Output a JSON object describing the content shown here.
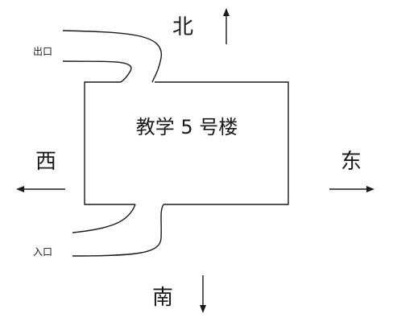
{
  "building": {
    "label": "教学 5 号楼"
  },
  "directions": {
    "north": "北",
    "south": "南",
    "east": "东",
    "west": "西"
  },
  "exit_label": "出口",
  "entrance_label": "入口"
}
